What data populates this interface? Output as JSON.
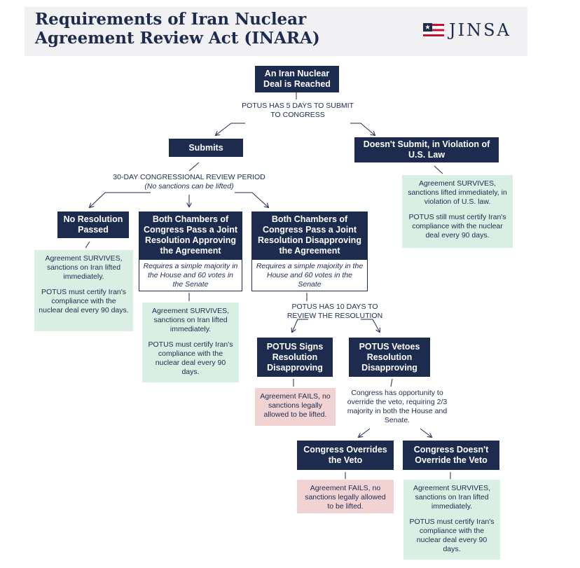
{
  "header": {
    "title_line1": "Requirements of Iran Nuclear",
    "title_line2": "Agreement Review Act (INARA)",
    "logo_text": "JINSA"
  },
  "colors": {
    "navy": "#1d2b4f",
    "green": "#d9efe3",
    "pink": "#f2d3d3",
    "header_bg": "#f1f1f3",
    "logo_red": "#c8102e"
  },
  "nodes": {
    "deal_reached": "An Iran Nuclear Deal is Reached",
    "submits": "Submits",
    "doesnt_submit": "Doesn't Submit, in Violation of U.S. Law",
    "no_resolution": "No Resolution Passed",
    "joint_approving": "Both Chambers of Congress Pass a Joint Resolution Approving the Agreement",
    "joint_disapproving": "Both Chambers of Congress Pass a Joint Resolution Disapproving the Agreement",
    "potus_signs": "POTUS Signs Resolution Disapproving",
    "potus_vetoes": "POTUS Vetoes Resolution Disapproving",
    "congress_overrides": "Congress Overrides the Veto",
    "congress_doesnt_override": "Congress Doesn't Override the Veto"
  },
  "labels": {
    "potus_5_days": "POTUS HAS 5 DAYS TO SUBMIT TO CONGRESS",
    "review_period": "30-DAY CONGRESSIONAL REVIEW PERIOD",
    "no_sanctions_lifted": "(No sanctions can be lifted)",
    "potus_10_days": "POTUS HAS 10 DAYS TO REVIEW THE RESOLUTION",
    "override_opportunity": "Congress has opportunity to override the veto, requiring 2/3 majority in both the House and Senate."
  },
  "notes": {
    "approving_requirement": "Requires a simple majority in the House and 60 votes in the Senate",
    "disapproving_requirement": "Requires a simple majority in the House and 60 votes in the Senate"
  },
  "outcomes": {
    "doesnt_submit": {
      "p1": "Agreement SURVIVES, sanctions lifted immediately, in violation of U.S. law.",
      "p2": "POTUS still must certify Iran's compliance with the nuclear deal every 90 days."
    },
    "no_resolution": {
      "p1": "Agreement SURVIVES, sanctions on Iran lifted immediately.",
      "p2": "POTUS must certify Iran's compliance with the nuclear deal every 90 days."
    },
    "approving": {
      "p1": "Agreement SURVIVES, sanctions on Iran lifted immediately.",
      "p2": "POTUS must certify Iran's compliance with the nuclear deal every 90 days."
    },
    "potus_signs": {
      "p1": "Agreement FAILS, no sanctions legally allowed to be lifted."
    },
    "overrides": {
      "p1": "Agreement FAILS, no sanctions legally allowed to be lifted."
    },
    "doesnt_override": {
      "p1": "Agreement SURVIVES, sanctions on Iran lifted immediately.",
      "p2": "POTUS must certify Iran's compliance with the nuclear deal every 90 days."
    }
  }
}
